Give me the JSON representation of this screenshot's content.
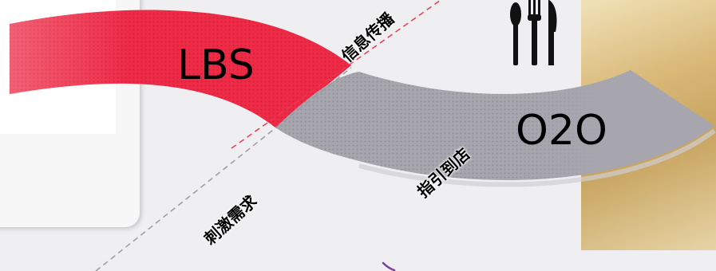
{
  "labels": {
    "lbs": "LBS",
    "o2o": "O2O",
    "info_transfer": "信息传播",
    "stimulate_demand": "刺激需求",
    "guide_to_store": "指引到店"
  },
  "colors": {
    "red_band": "#ee2b47",
    "gray_band": "#a7a6ae",
    "red_dash": "#e83a54",
    "gray_dash": "#9a9aa2"
  },
  "icons": {
    "utensils": "fork-knife-icon",
    "bottom_mark": "purple-stroke-mark"
  }
}
